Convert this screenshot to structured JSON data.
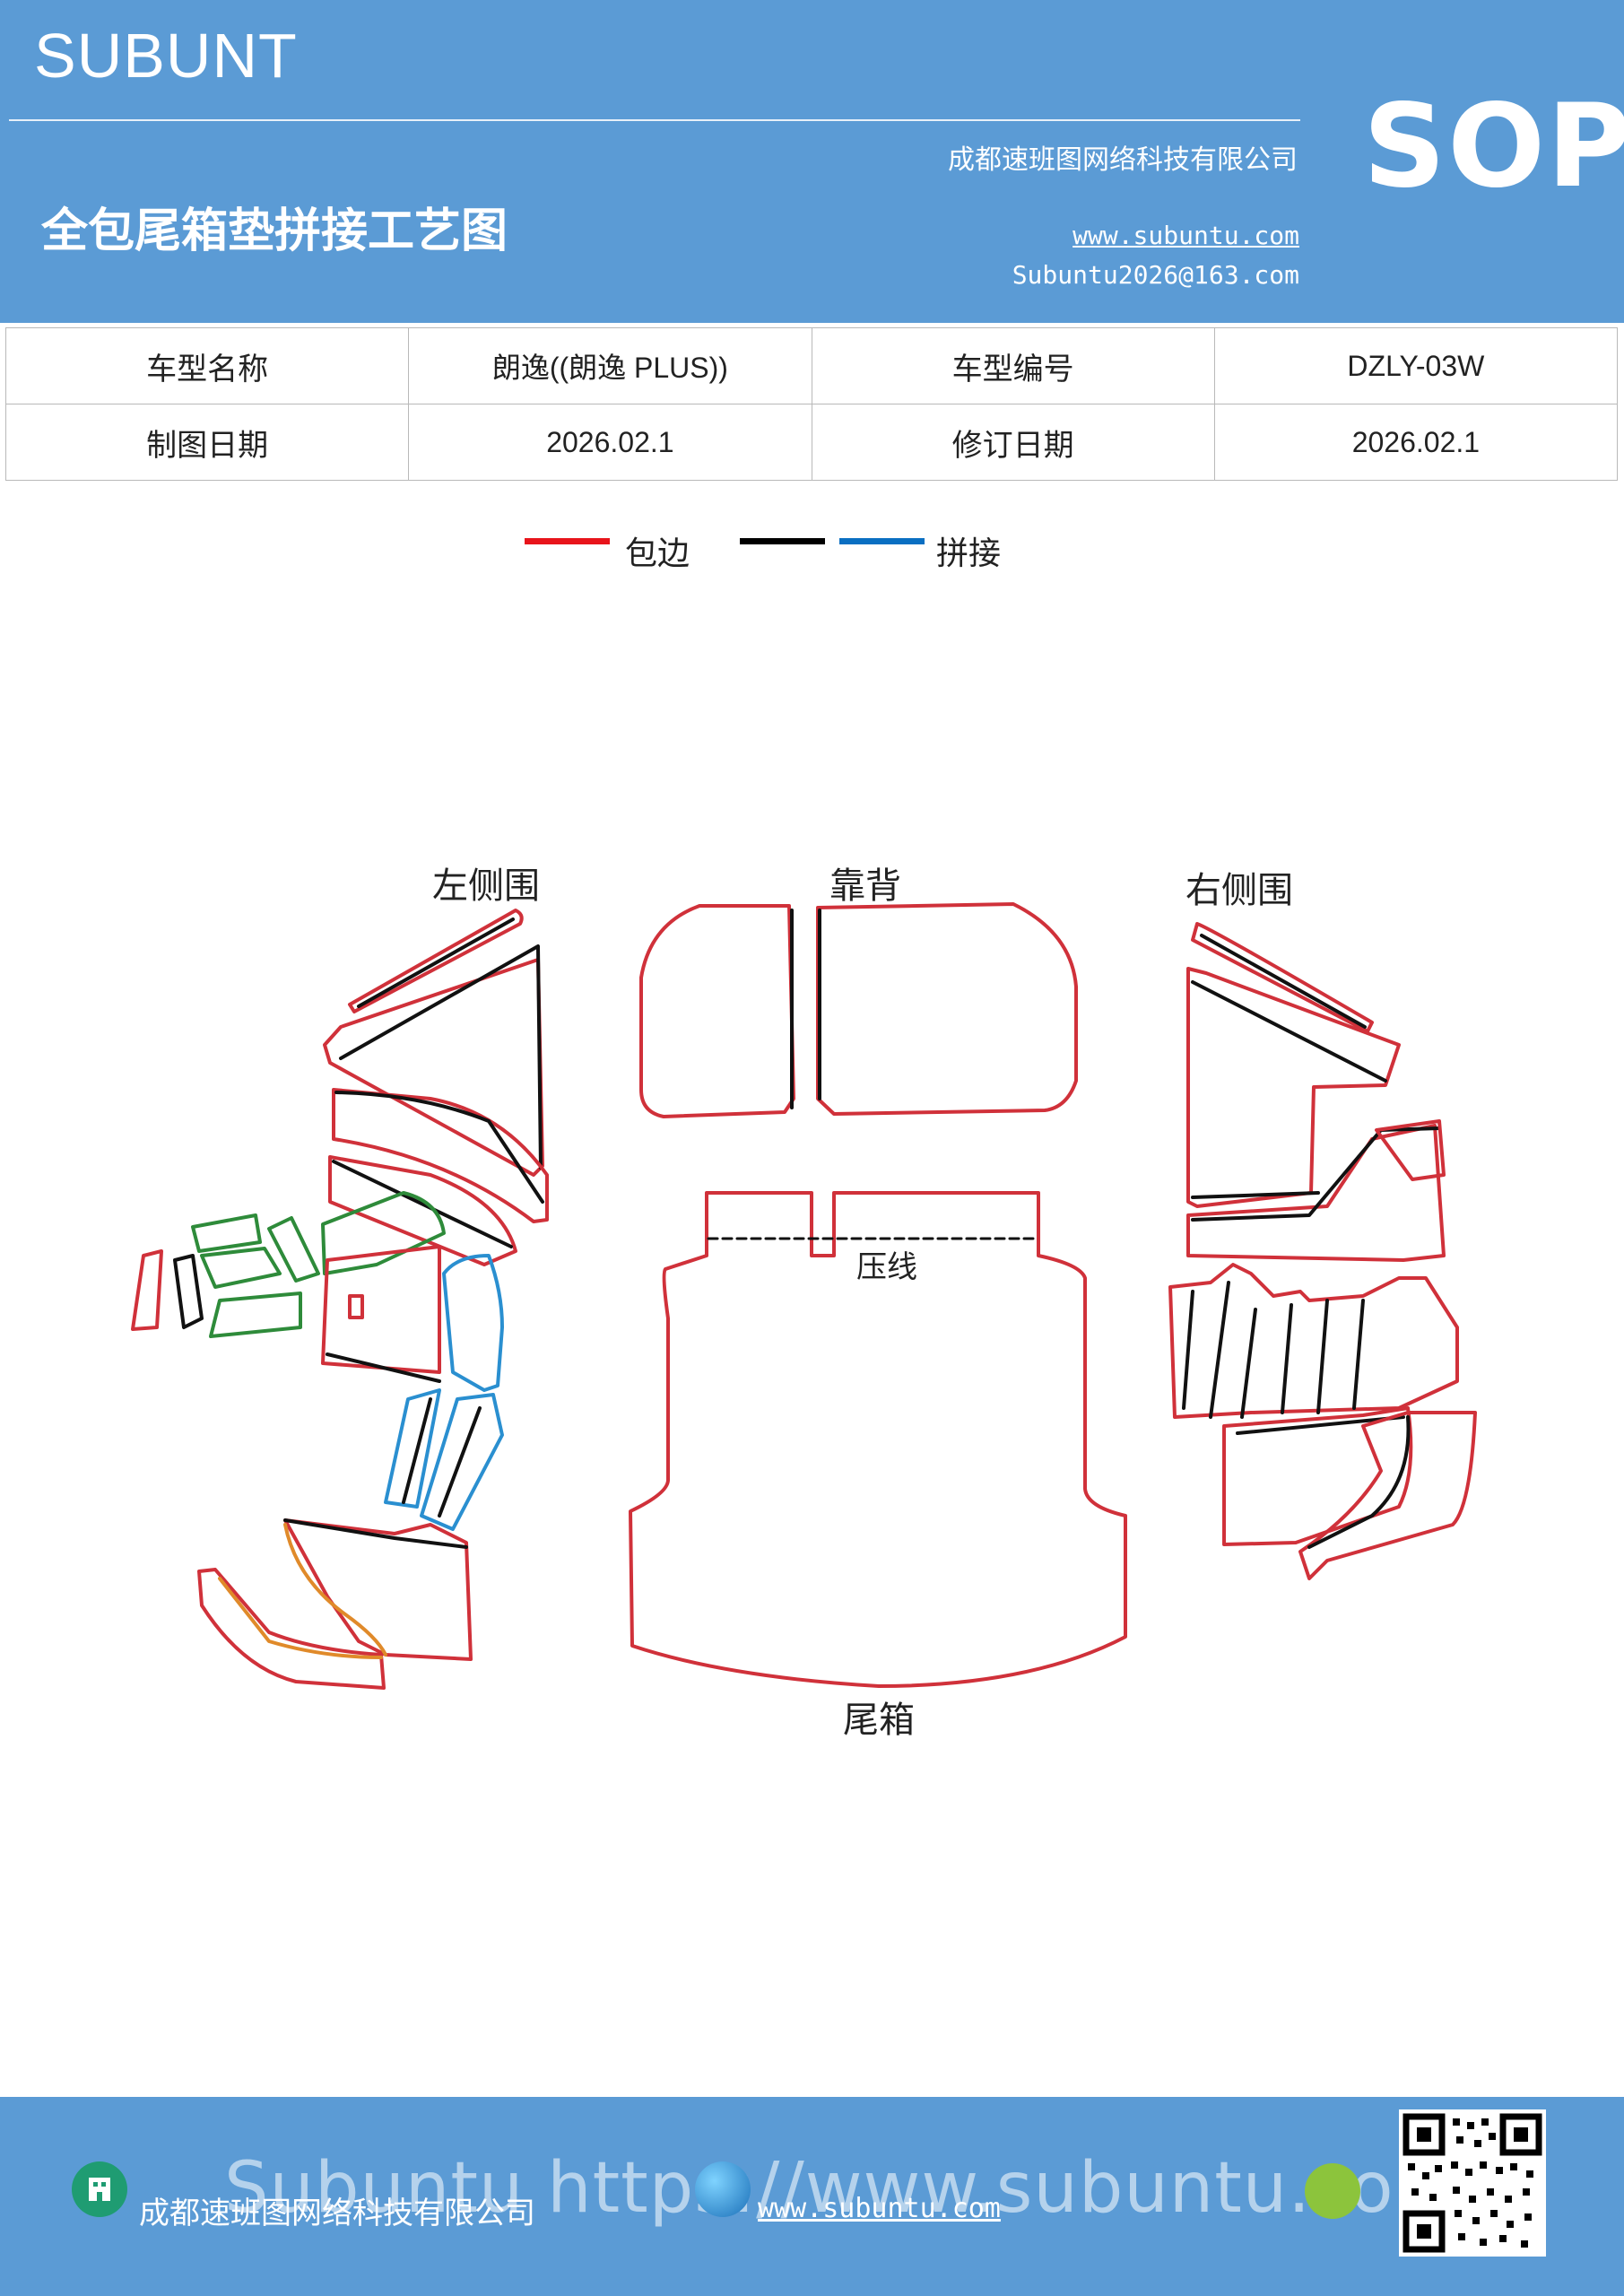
{
  "header": {
    "brand": "SUBUNT",
    "sop": "SOP",
    "company": "成都速班图网络科技有限公司",
    "title": "全包尾箱垫拼接工艺图",
    "website": "www.subuntu.com",
    "email": "Subuntu2026@163.com"
  },
  "info_table": {
    "rows": [
      [
        "车型名称",
        "朗逸((朗逸 PLUS))",
        "车型编号",
        "DZLY-03W"
      ],
      [
        "制图日期",
        "2026.02.1",
        "修订日期",
        "2026.02.1"
      ]
    ]
  },
  "legend": {
    "items": [
      {
        "label": "包边",
        "color": "#e8141b"
      },
      {
        "label": "",
        "color": "#000000"
      },
      {
        "label": "拼接",
        "color": "#0a6fc2"
      }
    ]
  },
  "drawing": {
    "labels": {
      "left_side": "左侧围",
      "back": "靠背",
      "right_side": "右侧围",
      "press_line": "压线",
      "trunk": "尾箱"
    },
    "colors": {
      "edge": "#d0313a",
      "seam": "#111111",
      "green": "#2e8b3a",
      "blue": "#2a8fd0",
      "orange": "#e08a2a"
    }
  },
  "footer": {
    "company": "成都速班图网络科技有限公司",
    "website": "www.subuntu.com",
    "watermark": "Subuntu https://www.subuntu.com"
  }
}
